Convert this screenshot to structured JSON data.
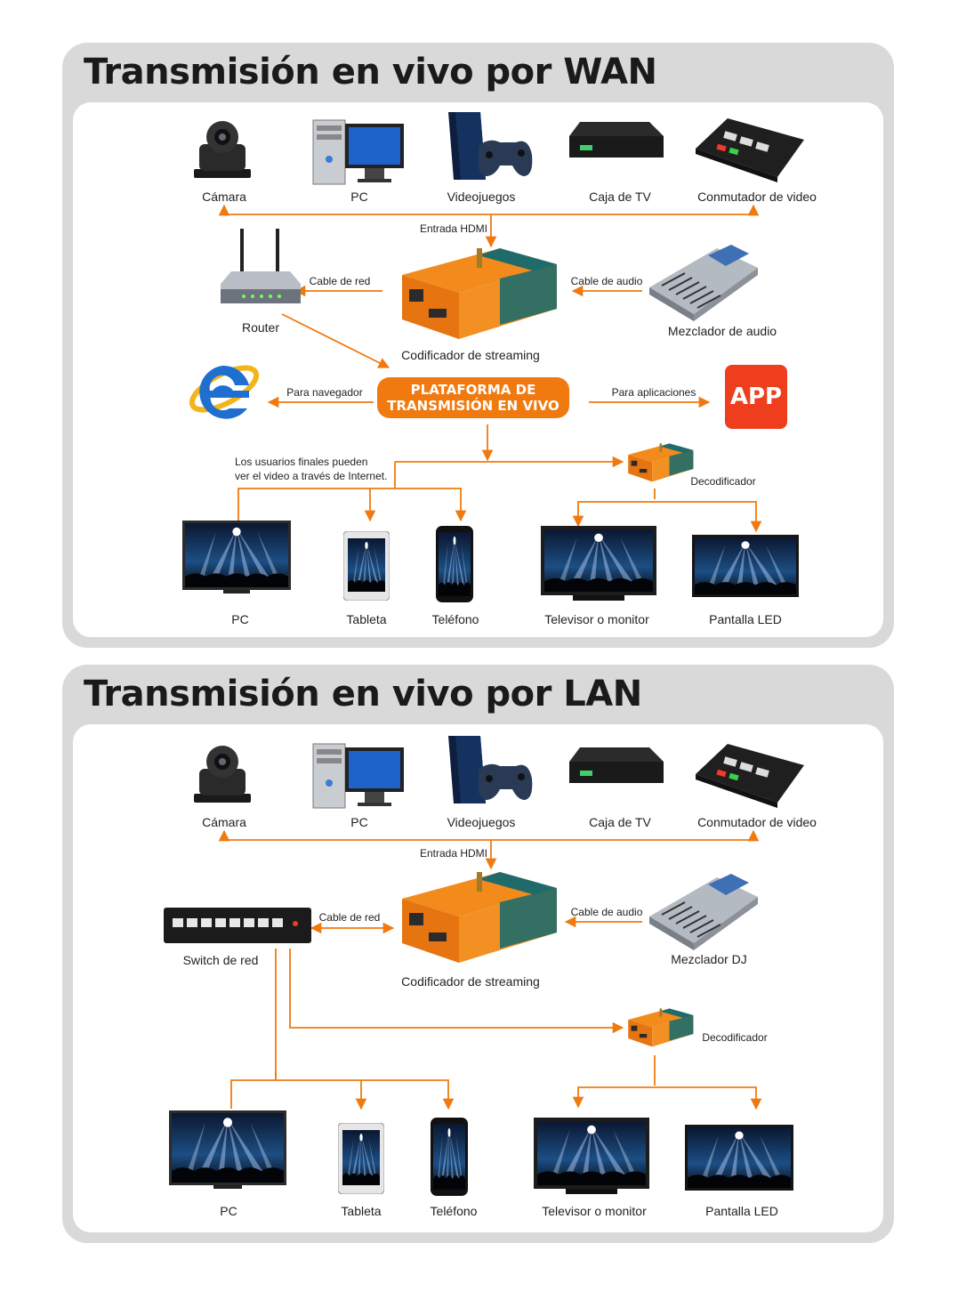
{
  "wan": {
    "title": "Transmisión en vivo por WAN",
    "sources": [
      "Cámara",
      "PC",
      "Videojuegos",
      "Caja de TV",
      "Conmutador de video"
    ],
    "hdmi_label": "Entrada HDMI",
    "router_label": "Router",
    "net_cable_label": "Cable de red",
    "audio_cable_label": "Cable de audio",
    "mixer_label": "Mezclador de audio",
    "encoder_label": "Codificador de streaming",
    "platform_line1": "PLATAFORMA DE",
    "platform_line2": "TRANSMISIÓN EN VIVO",
    "browser_label": "Para navegador",
    "apps_label": "Para aplicaciones",
    "app_text": "APP",
    "users_line1": "Los usuarios finales pueden",
    "users_line2": "ver el video a través de Internet.",
    "decoder_label": "Decodificador",
    "outputs": [
      "PC",
      "Tableta",
      "Teléfono",
      "Televisor o monitor",
      "Pantalla LED"
    ]
  },
  "lan": {
    "title": "Transmisión en vivo por LAN",
    "sources": [
      "Cámara",
      "PC",
      "Videojuegos",
      "Caja de TV",
      "Conmutador de video"
    ],
    "hdmi_label": "Entrada HDMI",
    "switch_label": "Switch de red",
    "net_cable_label": "Cable de red",
    "audio_cable_label": "Cable de audio",
    "mixer_label": "Mezclador DJ",
    "encoder_label": "Codificador de streaming",
    "decoder_label": "Decodificador",
    "outputs": [
      "PC",
      "Tableta",
      "Teléfono",
      "Televisor o monitor",
      "Pantalla LED"
    ]
  },
  "colors": {
    "accent": "#f07a10",
    "app": "#ee3e1e",
    "encoder_teal": "#1f6b6b",
    "panel": "#d9d9d9"
  }
}
